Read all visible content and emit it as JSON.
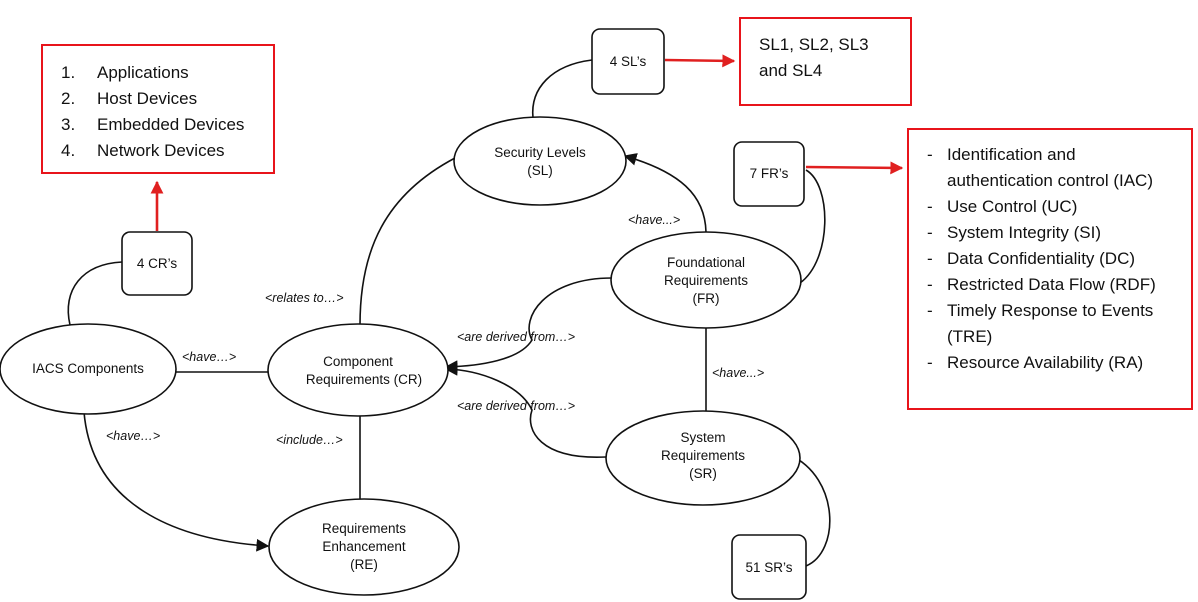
{
  "nodes": {
    "iacs": [
      "IACS Components"
    ],
    "cr": [
      "Component",
      "Requirements (CR)"
    ],
    "sl": [
      "Security Levels",
      "(SL)"
    ],
    "fr": [
      "Foundational",
      "Requirements",
      "(FR)"
    ],
    "sr": [
      "System",
      "Requirements",
      "(SR)"
    ],
    "re": [
      "Requirements",
      "Enhancement",
      "(RE)"
    ]
  },
  "count_boxes": {
    "cr": "4 CR’s",
    "sl": "4 SL’s",
    "fr": "7 FR’s",
    "sr": "51 SR’s"
  },
  "edge_labels": {
    "iacs_cr": "<have…>",
    "iacs_re": "<have…>",
    "cr_sl": "<relates to…>",
    "cr_re": "<include…>",
    "fr_sl": "<have...>",
    "fr_cr": "<are derived from…>",
    "sr_cr": "<are derived from…>",
    "fr_sr": "<have...>"
  },
  "callouts": {
    "cr_types": {
      "items": [
        {
          "num": "1.",
          "text": "Applications"
        },
        {
          "num": "2.",
          "text": "Host Devices"
        },
        {
          "num": "3.",
          "text": "Embedded Devices"
        },
        {
          "num": "4.",
          "text": "Network Devices"
        }
      ]
    },
    "sl_levels": {
      "lines": [
        "SL1, SL2, SL3",
        "and SL4"
      ]
    },
    "fr_list": {
      "items": [
        {
          "marker": "-",
          "text": "Identification and"
        },
        {
          "marker": "",
          "text": "authentication control (IAC)"
        },
        {
          "marker": "-",
          "text": "Use Control (UC)"
        },
        {
          "marker": "-",
          "text": "System Integrity (SI)"
        },
        {
          "marker": "-",
          "text": "Data Confidentiality (DC)"
        },
        {
          "marker": "-",
          "text": "Restricted Data Flow (RDF)"
        },
        {
          "marker": "-",
          "text": "Timely Response to Events"
        },
        {
          "marker": "",
          "text": "(TRE)"
        },
        {
          "marker": "-",
          "text": "Resource Availability (RA)"
        }
      ]
    }
  },
  "colors": {
    "callout_border": "#e8141b",
    "arrow_red": "#e02020",
    "line": "#111111"
  }
}
